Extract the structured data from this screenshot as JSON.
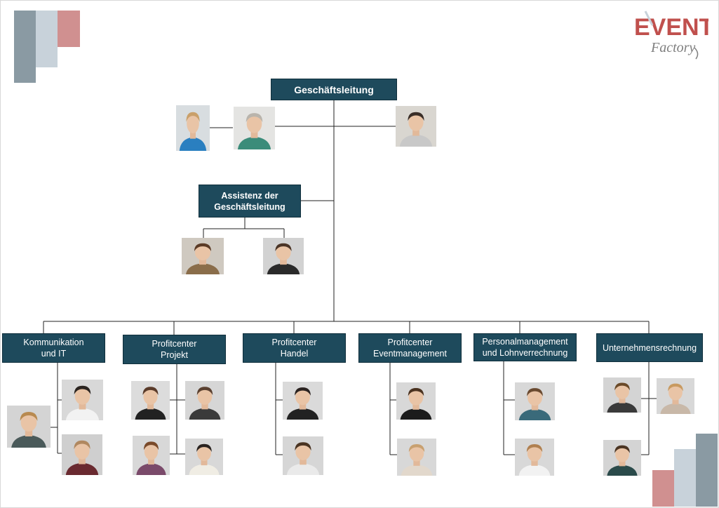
{
  "colors": {
    "box_fill": "#1e4a5c",
    "deco_slate": "#8a9aa3",
    "deco_light": "#c8d2da",
    "deco_rose": "#d09090",
    "logo_red": "#c0504d",
    "logo_gray": "#7f7f7f"
  },
  "logo": {
    "line1": "EVENT",
    "line2": "Factory"
  },
  "org": {
    "top": "Geschäftsleitung",
    "assistant_line1": "Assistenz der",
    "assistant_line2": "Geschäftsleitung",
    "departments": [
      {
        "line1": "Kommunikation",
        "line2": "und IT"
      },
      {
        "line1": "Profitcenter",
        "line2": "Projekt"
      },
      {
        "line1": "Profitcenter",
        "line2": "Handel"
      },
      {
        "line1": "Profitcenter",
        "line2": "Eventmanagement"
      },
      {
        "line1": "Personalmanagement",
        "line2": "und Lohnverrechnung"
      },
      {
        "line1": "Unternehmensrechnung",
        "line2": ""
      }
    ]
  }
}
